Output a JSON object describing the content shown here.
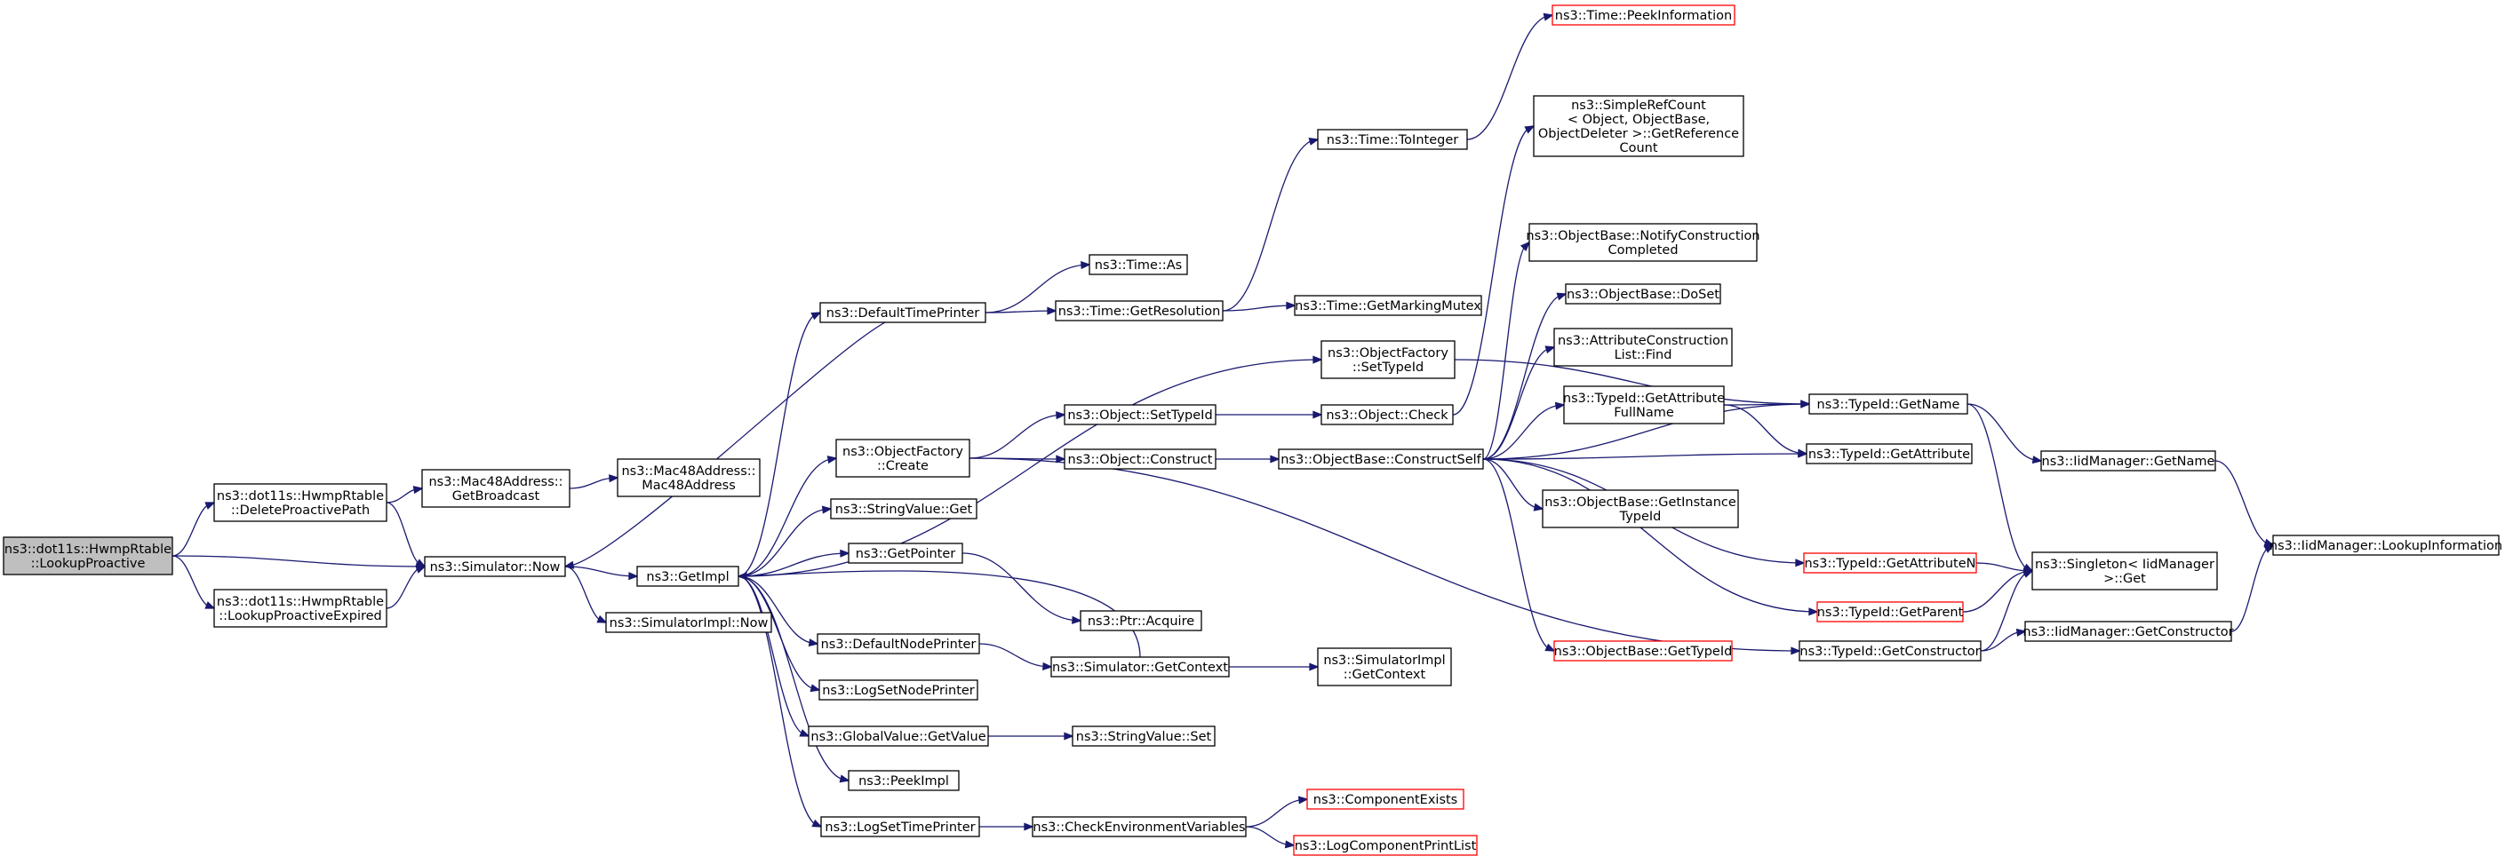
{
  "nodes": [
    {
      "id": "root",
      "lines": [
        "ns3::dot11s::HwmpRtable",
        "::LookupProactive"
      ],
      "style": "root"
    },
    {
      "id": "deleteProactive",
      "lines": [
        "ns3::dot11s::HwmpRtable",
        "::DeleteProactivePath"
      ],
      "style": "normal"
    },
    {
      "id": "lookupExpired",
      "lines": [
        "ns3::dot11s::HwmpRtable",
        "::LookupProactiveExpired"
      ],
      "style": "normal"
    },
    {
      "id": "getBroadcast",
      "lines": [
        "ns3::Mac48Address::",
        "GetBroadcast"
      ],
      "style": "normal"
    },
    {
      "id": "mac48ctor",
      "lines": [
        "ns3::Mac48Address::",
        "Mac48Address"
      ],
      "style": "normal"
    },
    {
      "id": "simNow",
      "lines": [
        "ns3::Simulator::Now"
      ],
      "style": "normal"
    },
    {
      "id": "simImplNow",
      "lines": [
        "ns3::SimulatorImpl::Now"
      ],
      "style": "normal"
    },
    {
      "id": "getImpl",
      "lines": [
        "ns3::GetImpl"
      ],
      "style": "normal"
    },
    {
      "id": "defaultTimePrinter",
      "lines": [
        "ns3::DefaultTimePrinter"
      ],
      "style": "normal"
    },
    {
      "id": "objFactoryCreate",
      "lines": [
        "ns3::ObjectFactory",
        "::Create"
      ],
      "style": "normal"
    },
    {
      "id": "stringValueGet",
      "lines": [
        "ns3::StringValue::Get"
      ],
      "style": "normal"
    },
    {
      "id": "getPointer",
      "lines": [
        "ns3::GetPointer"
      ],
      "style": "normal"
    },
    {
      "id": "defaultNodePrinter",
      "lines": [
        "ns3::DefaultNodePrinter"
      ],
      "style": "normal"
    },
    {
      "id": "logSetNodePrinter",
      "lines": [
        "ns3::LogSetNodePrinter"
      ],
      "style": "normal"
    },
    {
      "id": "globalValueGetValue",
      "lines": [
        "ns3::GlobalValue::GetValue"
      ],
      "style": "normal"
    },
    {
      "id": "peekImpl",
      "lines": [
        "ns3::PeekImpl"
      ],
      "style": "normal"
    },
    {
      "id": "logSetTimePrinter",
      "lines": [
        "ns3::LogSetTimePrinter"
      ],
      "style": "normal"
    },
    {
      "id": "timeAs",
      "lines": [
        "ns3::Time::As"
      ],
      "style": "normal"
    },
    {
      "id": "timeGetResolution",
      "lines": [
        "ns3::Time::GetResolution"
      ],
      "style": "normal"
    },
    {
      "id": "timeToInteger",
      "lines": [
        "ns3::Time::ToInteger"
      ],
      "style": "normal"
    },
    {
      "id": "timePeekInformation",
      "lines": [
        "ns3::Time::PeekInformation"
      ],
      "style": "red"
    },
    {
      "id": "timeGetMarkingMutex",
      "lines": [
        "ns3::Time::GetMarkingMutex"
      ],
      "style": "normal"
    },
    {
      "id": "objFactorySetTypeId",
      "lines": [
        "ns3::ObjectFactory",
        "::SetTypeId"
      ],
      "style": "normal"
    },
    {
      "id": "objectSetTypeId",
      "lines": [
        "ns3::Object::SetTypeId"
      ],
      "style": "normal"
    },
    {
      "id": "objectCheck",
      "lines": [
        "ns3::Object::Check"
      ],
      "style": "normal"
    },
    {
      "id": "objectConstruct",
      "lines": [
        "ns3::Object::Construct"
      ],
      "style": "normal"
    },
    {
      "id": "objectBaseConstructSelf",
      "lines": [
        "ns3::ObjectBase::ConstructSelf"
      ],
      "style": "normal"
    },
    {
      "id": "ptrAcquire",
      "lines": [
        "ns3::Ptr::Acquire"
      ],
      "style": "normal"
    },
    {
      "id": "simGetContext",
      "lines": [
        "ns3::Simulator::GetContext"
      ],
      "style": "normal"
    },
    {
      "id": "simImplGetContext",
      "lines": [
        "ns3::SimulatorImpl",
        "::GetContext"
      ],
      "style": "normal"
    },
    {
      "id": "stringValueSet",
      "lines": [
        "ns3::StringValue::Set"
      ],
      "style": "normal"
    },
    {
      "id": "checkEnvVars",
      "lines": [
        "ns3::CheckEnvironmentVariables"
      ],
      "style": "normal"
    },
    {
      "id": "componentExists",
      "lines": [
        "ns3::ComponentExists"
      ],
      "style": "red"
    },
    {
      "id": "logComponentPrintList",
      "lines": [
        "ns3::LogComponentPrintList"
      ],
      "style": "red"
    },
    {
      "id": "simpleRefCount",
      "lines": [
        "ns3::SimpleRefCount",
        "< Object, ObjectBase,",
        "ObjectDeleter >::GetReference",
        "Count"
      ],
      "style": "normal"
    },
    {
      "id": "notifyConstruction",
      "lines": [
        "ns3::ObjectBase::NotifyConstruction",
        "Completed"
      ],
      "style": "normal"
    },
    {
      "id": "objectBaseDoSet",
      "lines": [
        "ns3::ObjectBase::DoSet"
      ],
      "style": "normal"
    },
    {
      "id": "attrConstructionFind",
      "lines": [
        "ns3::AttributeConstruction",
        "List::Find"
      ],
      "style": "normal"
    },
    {
      "id": "typeIdGetAttrFullName",
      "lines": [
        "ns3::TypeId::GetAttribute",
        "FullName"
      ],
      "style": "normal"
    },
    {
      "id": "objectBaseGetInstanceTypeId",
      "lines": [
        "ns3::ObjectBase::GetInstance",
        "TypeId"
      ],
      "style": "normal"
    },
    {
      "id": "objectBaseGetTypeId",
      "lines": [
        "ns3::ObjectBase::GetTypeId"
      ],
      "style": "red"
    },
    {
      "id": "typeIdGetName",
      "lines": [
        "ns3::TypeId::GetName"
      ],
      "style": "normal"
    },
    {
      "id": "typeIdGetAttribute",
      "lines": [
        "ns3::TypeId::GetAttribute"
      ],
      "style": "normal"
    },
    {
      "id": "typeIdGetAttributeN",
      "lines": [
        "ns3::TypeId::GetAttributeN"
      ],
      "style": "red"
    },
    {
      "id": "typeIdGetParent",
      "lines": [
        "ns3::TypeId::GetParent"
      ],
      "style": "red"
    },
    {
      "id": "typeIdGetConstructor",
      "lines": [
        "ns3::TypeId::GetConstructor"
      ],
      "style": "normal"
    },
    {
      "id": "iidManagerGetName",
      "lines": [
        "ns3::IidManager::GetName"
      ],
      "style": "normal"
    },
    {
      "id": "singletonGet",
      "lines": [
        "ns3::Singleton< IidManager",
        ">::Get"
      ],
      "style": "normal"
    },
    {
      "id": "iidManagerGetConstructor",
      "lines": [
        "ns3::IidManager::GetConstructor"
      ],
      "style": "normal"
    },
    {
      "id": "iidManagerLookupInformation",
      "lines": [
        "ns3::IidManager::LookupInformation"
      ],
      "style": "normal"
    }
  ],
  "edges": [
    [
      "root",
      "deleteProactive"
    ],
    [
      "root",
      "simNow"
    ],
    [
      "root",
      "lookupExpired"
    ],
    [
      "deleteProactive",
      "getBroadcast"
    ],
    [
      "deleteProactive",
      "simNow"
    ],
    [
      "lookupExpired",
      "simNow"
    ],
    [
      "getBroadcast",
      "mac48ctor"
    ],
    [
      "simNow",
      "getImpl"
    ],
    [
      "simNow",
      "simImplNow"
    ],
    [
      "getImpl",
      "defaultTimePrinter"
    ],
    [
      "getImpl",
      "objFactoryCreate"
    ],
    [
      "getImpl",
      "stringValueGet"
    ],
    [
      "getImpl",
      "getPointer"
    ],
    [
      "getImpl",
      "defaultNodePrinter"
    ],
    [
      "getImpl",
      "logSetNodePrinter"
    ],
    [
      "getImpl",
      "globalValueGetValue"
    ],
    [
      "getImpl",
      "peekImpl"
    ],
    [
      "getImpl",
      "logSetTimePrinter"
    ],
    [
      "getImpl",
      "objFactorySetTypeId"
    ],
    [
      "defaultTimePrinter",
      "simNow"
    ],
    [
      "defaultTimePrinter",
      "timeAs"
    ],
    [
      "defaultTimePrinter",
      "timeGetResolution"
    ],
    [
      "timeGetResolution",
      "timeToInteger"
    ],
    [
      "timeGetResolution",
      "timeGetMarkingMutex"
    ],
    [
      "timeToInteger",
      "timePeekInformation"
    ],
    [
      "objFactorySetTypeId",
      "typeIdGetName"
    ],
    [
      "objFactoryCreate",
      "objectSetTypeId"
    ],
    [
      "objFactoryCreate",
      "objectConstruct"
    ],
    [
      "objFactoryCreate",
      "typeIdGetConstructor"
    ],
    [
      "objectSetTypeId",
      "objectCheck"
    ],
    [
      "objectCheck",
      "simpleRefCount"
    ],
    [
      "objectConstruct",
      "objectBaseConstructSelf"
    ],
    [
      "objectBaseConstructSelf",
      "notifyConstruction"
    ],
    [
      "objectBaseConstructSelf",
      "objectBaseDoSet"
    ],
    [
      "objectBaseConstructSelf",
      "attrConstructionFind"
    ],
    [
      "objectBaseConstructSelf",
      "typeIdGetAttrFullName"
    ],
    [
      "objectBaseConstructSelf",
      "objectBaseGetInstanceTypeId"
    ],
    [
      "objectBaseConstructSelf",
      "objectBaseGetTypeId"
    ],
    [
      "objectBaseConstructSelf",
      "typeIdGetName"
    ],
    [
      "objectBaseConstructSelf",
      "typeIdGetAttribute"
    ],
    [
      "objectBaseConstructSelf",
      "typeIdGetAttributeN"
    ],
    [
      "objectBaseConstructSelf",
      "typeIdGetParent"
    ],
    [
      "getPointer",
      "ptrAcquire"
    ],
    [
      "defaultNodePrinter",
      "simGetContext"
    ],
    [
      "simGetContext",
      "getImpl"
    ],
    [
      "simGetContext",
      "simImplGetContext"
    ],
    [
      "globalValueGetValue",
      "stringValueSet"
    ],
    [
      "logSetTimePrinter",
      "checkEnvVars"
    ],
    [
      "checkEnvVars",
      "componentExists"
    ],
    [
      "checkEnvVars",
      "logComponentPrintList"
    ],
    [
      "typeIdGetAttrFullName",
      "typeIdGetName"
    ],
    [
      "typeIdGetAttrFullName",
      "typeIdGetAttribute"
    ],
    [
      "typeIdGetName",
      "iidManagerGetName"
    ],
    [
      "typeIdGetName",
      "singletonGet"
    ],
    [
      "typeIdGetAttributeN",
      "singletonGet"
    ],
    [
      "typeIdGetParent",
      "singletonGet"
    ],
    [
      "typeIdGetConstructor",
      "singletonGet"
    ],
    [
      "typeIdGetConstructor",
      "iidManagerGetConstructor"
    ],
    [
      "iidManagerGetName",
      "iidManagerLookupInformation"
    ],
    [
      "iidManagerGetConstructor",
      "iidManagerLookupInformation"
    ]
  ]
}
